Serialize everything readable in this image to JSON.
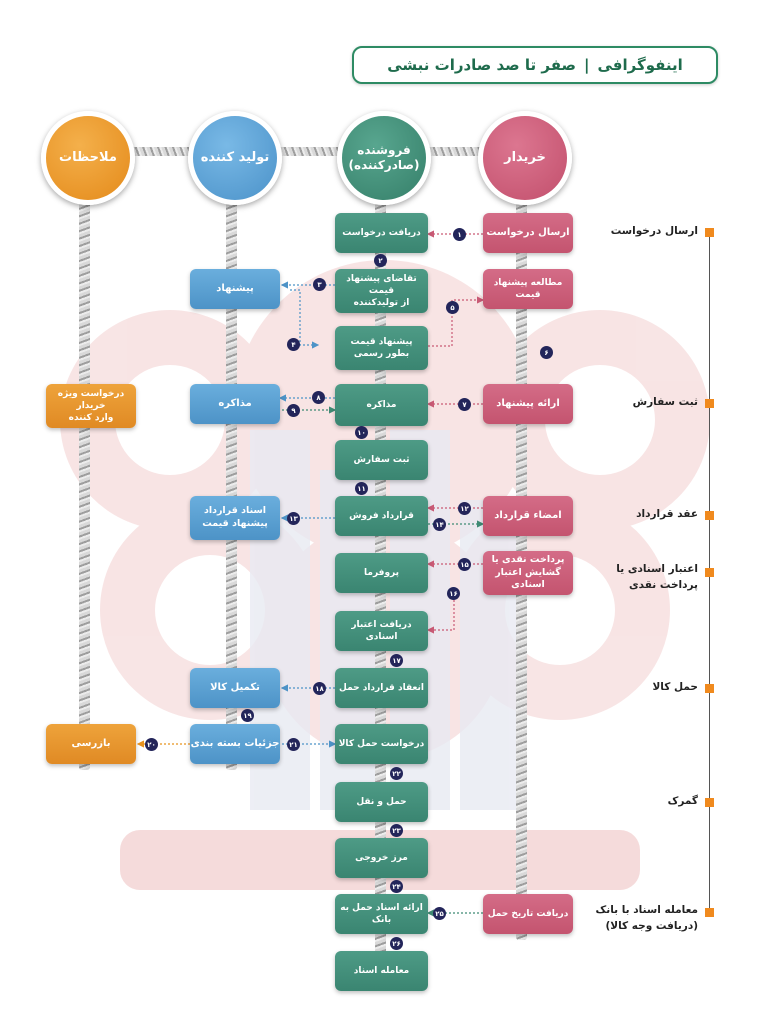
{
  "title": {
    "main": "اینفوگرافی",
    "sub": "صفر تا صد صادرات  نبشی"
  },
  "columns": [
    {
      "id": "notes",
      "label": "ملاحظات"
    },
    {
      "id": "producer",
      "label": "تولید  کننده"
    },
    {
      "id": "seller",
      "label": "فروشنده\n(صادرکننده)"
    },
    {
      "id": "buyer",
      "label": "خریدار"
    }
  ],
  "stages": [
    {
      "label": "ارسال درخواست"
    },
    {
      "label": "ثبت سفارش"
    },
    {
      "label": "عقد قرارداد"
    },
    {
      "label": "اعتبار اسنادی یا\nپرداخت نقدی"
    },
    {
      "label": "حمل کالا"
    },
    {
      "label": "گمرک"
    },
    {
      "label": "معامله اسناد با بانک\n(دریافت وجه کالا)"
    }
  ],
  "seller_boxes": [
    "دریافت درخواست",
    "تقاضای پیشنهاد قیمت\nاز تولیدکننده",
    "پیشنهاد قیمت\nبطور رسمی",
    "مذاکره",
    "ثبت سفارش",
    "قرارداد فروش",
    "پروفرما",
    "دریافت اعتبار اسنادی",
    "انعقاد قرارداد حمل",
    "درخواست حمل کالا",
    "حمل و نقل",
    "مرز خروجی",
    "ارائه اسناد حمل به بانک",
    "معامله اسناد"
  ],
  "buyer_boxes": [
    "ارسال درخواست",
    "مطالعه پیشنهاد قیمت",
    "ارائه پیشنهاد",
    "امضاء قرارداد",
    "پرداخت نقدی یا\nگشایش اعتبار اسنادی",
    "دریافت تاریخ حمل"
  ],
  "producer_boxes": [
    "پیشنهاد",
    "مذاکره",
    "اسناد قرارداد\nپیشنهاد  قیمت",
    "تکمیل کالا",
    "جزئیات  بسته بندی"
  ],
  "notes_boxes": [
    "درخواست ویژه خریدار\nوارد کننده",
    "بازرسی"
  ],
  "steps": [
    "۱",
    "۲",
    "۳",
    "۴",
    "۵",
    "۶",
    "۷",
    "۸",
    "۹",
    "۱۰",
    "۱۱",
    "۱۲",
    "۱۳",
    "۱۴",
    "۱۵",
    "۱۶",
    "۱۷",
    "۱۸",
    "۱۹",
    "۲۰",
    "۲۱",
    "۲۲",
    "۲۳",
    "۲۴",
    "۲۵",
    "۲۶"
  ],
  "colors": {
    "seller": "#3f8a74",
    "buyer": "#c95a75",
    "producer": "#5aa2d6",
    "notes": "#e8931f",
    "badge": "#23255a",
    "timeline_dot": "#f08a1e",
    "title_border": "#2e8b64"
  }
}
